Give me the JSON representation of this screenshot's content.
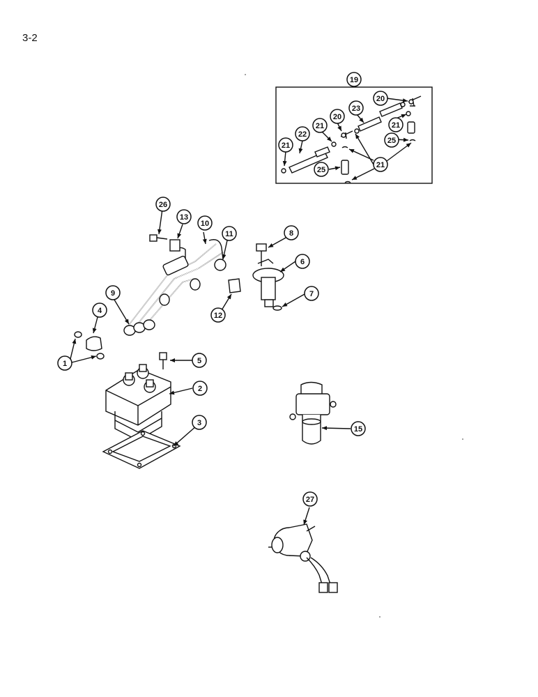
{
  "page_number": "3-2",
  "callouts": [
    {
      "id": "c1",
      "label": "1"
    },
    {
      "id": "c2",
      "label": "2"
    },
    {
      "id": "c3",
      "label": "3"
    },
    {
      "id": "c4",
      "label": "4"
    },
    {
      "id": "c5",
      "label": "5"
    },
    {
      "id": "c6",
      "label": "6"
    },
    {
      "id": "c7",
      "label": "7"
    },
    {
      "id": "c8",
      "label": "8"
    },
    {
      "id": "c9",
      "label": "9"
    },
    {
      "id": "c10",
      "label": "10"
    },
    {
      "id": "c11",
      "label": "11"
    },
    {
      "id": "c12",
      "label": "12"
    },
    {
      "id": "c13",
      "label": "13"
    },
    {
      "id": "c15",
      "label": "15"
    },
    {
      "id": "c19",
      "label": "19"
    },
    {
      "id": "c20a",
      "label": "20"
    },
    {
      "id": "c20b",
      "label": "20"
    },
    {
      "id": "c21a",
      "label": "21"
    },
    {
      "id": "c21b",
      "label": "21"
    },
    {
      "id": "c21c",
      "label": "21"
    },
    {
      "id": "c21d",
      "label": "21"
    },
    {
      "id": "c22",
      "label": "22"
    },
    {
      "id": "c23",
      "label": "23"
    },
    {
      "id": "c25a",
      "label": "25"
    },
    {
      "id": "c25b",
      "label": "25"
    },
    {
      "id": "c26",
      "label": "26"
    },
    {
      "id": "c27",
      "label": "27"
    }
  ]
}
